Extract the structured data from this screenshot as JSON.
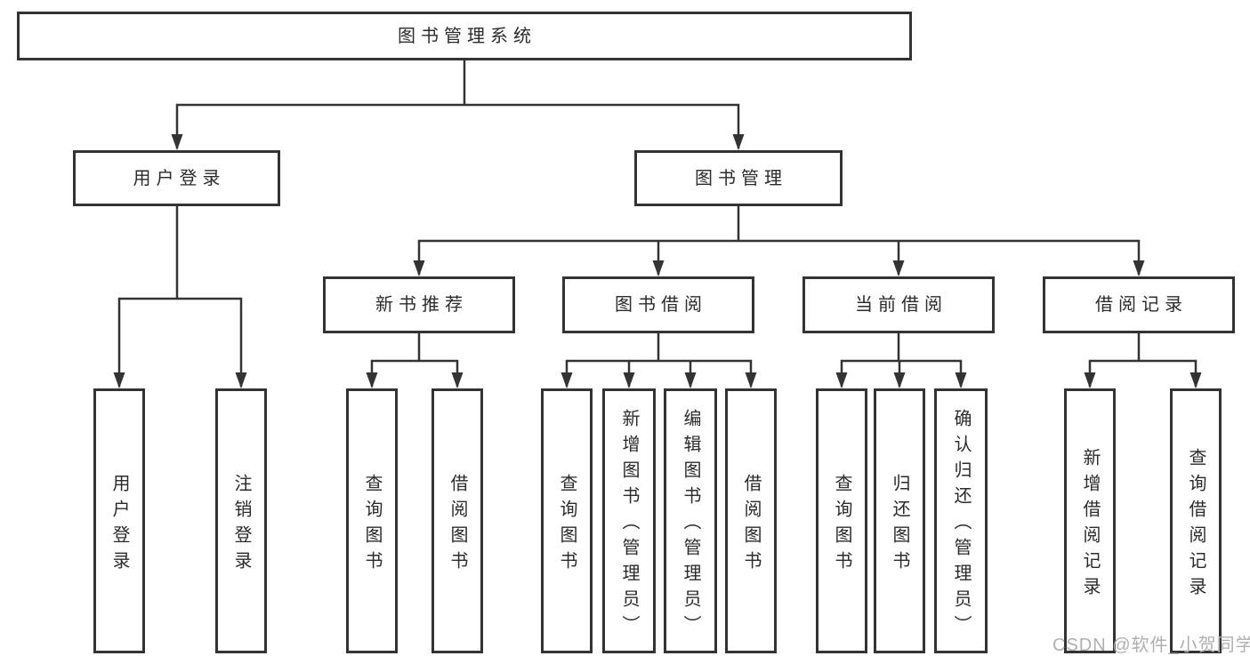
{
  "diagram": {
    "tree": {
      "label": "图书管理系统",
      "children": [
        {
          "label": "用户登录",
          "children": [
            {
              "label": "用户登录"
            },
            {
              "label": "注销登录"
            }
          ]
        },
        {
          "label": "图书管理",
          "children": [
            {
              "label": "新书推荐",
              "children": [
                {
                  "label": "查询图书"
                },
                {
                  "label": "借阅图书"
                }
              ]
            },
            {
              "label": "图书借阅",
              "children": [
                {
                  "label": "查询图书"
                },
                {
                  "label": "新增图书（管理员）"
                },
                {
                  "label": "编辑图书（管理员）"
                },
                {
                  "label": "借阅图书"
                }
              ]
            },
            {
              "label": "当前借阅",
              "children": [
                {
                  "label": "查询图书"
                },
                {
                  "label": "归还图书"
                },
                {
                  "label": "确认归还（管理员）"
                }
              ]
            },
            {
              "label": "借阅记录",
              "children": [
                {
                  "label": "新增借阅记录"
                },
                {
                  "label": "查询借阅记录"
                }
              ]
            }
          ]
        }
      ]
    },
    "watermark": "CSDN @软件_小贺同学",
    "colors": {
      "line": "#333333",
      "box_border": "#333333",
      "text": "#2b2b2b",
      "watermark": "#b0b0b0",
      "background": "#ffffff"
    }
  }
}
